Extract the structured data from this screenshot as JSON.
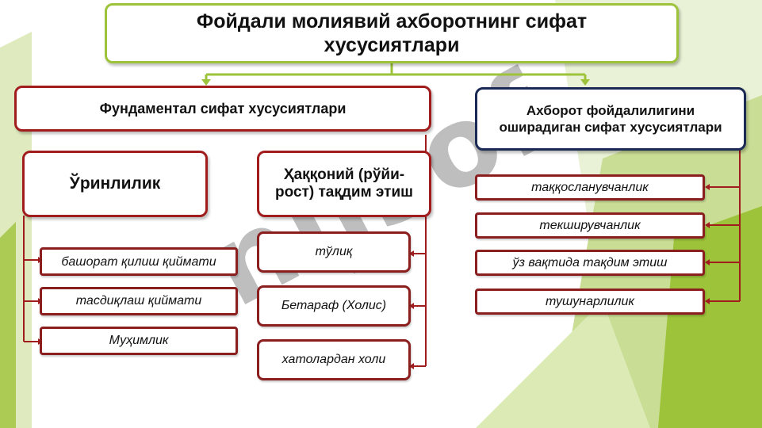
{
  "title": "Фойдали молиявий ахборотнинг сифат хусусиятлари",
  "watermark": "nijsof",
  "fundamental": {
    "heading": "Фундаментал сифат хусусиятлари",
    "relevance": {
      "label": "Ўринлилик",
      "items": [
        "башорат қилиш қиймати",
        "тасдиқлаш қиймати",
        "Муҳимлик"
      ]
    },
    "faithful": {
      "label": "Ҳаққоний (рўйи-рост) тақдим этиш",
      "items": [
        "тўлиқ",
        "Бетараф (Холис)",
        "хатолардан холи"
      ]
    }
  },
  "enhancing": {
    "heading": "Ахборот фойдалилигини оширадиган сифат хусусиятлари",
    "items": [
      "таққосланувчанлик",
      "текширувчанлик",
      "ўз вақтида тақдим этиш",
      "тушунарлилик"
    ]
  },
  "colors": {
    "accent_green": "#9dc33a",
    "border_red": "#a11d1d",
    "border_navy": "#1b2a55"
  }
}
